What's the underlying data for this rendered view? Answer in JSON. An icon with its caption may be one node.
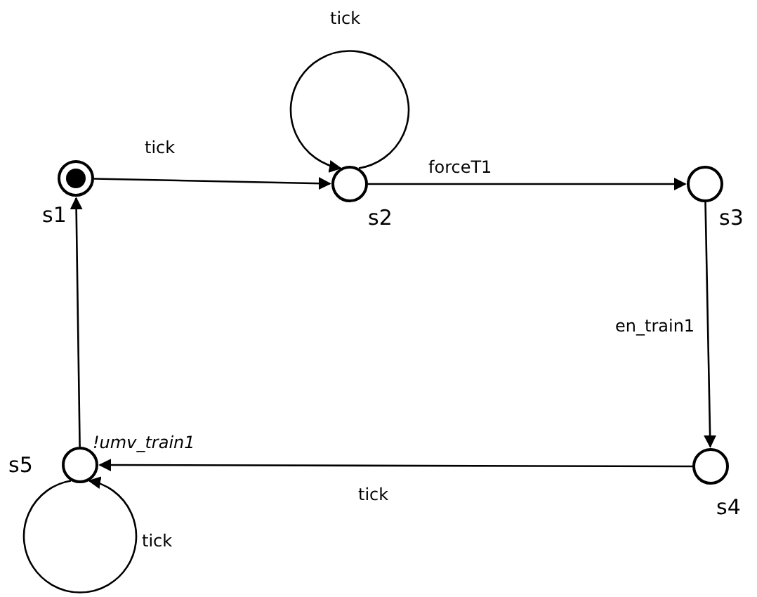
{
  "diagram": {
    "nodes": [
      {
        "text": [],
        "shape": "bullseye",
        "beside": [
          "s1"
        ]
      },
      {
        "text": [],
        "shape": "circle",
        "beside": [
          "s2"
        ]
      },
      {
        "text": [],
        "shape": "circle",
        "beside": [
          "s3"
        ]
      },
      {
        "text": [],
        "shape": "circle",
        "beside": [
          "s4"
        ]
      },
      {
        "text": [],
        "shape": "circle",
        "beside": [
          "s5"
        ]
      }
    ],
    "edges": [
      {
        "from": 0,
        "to": 1,
        "arrow": "to",
        "label": "tick"
      },
      {
        "from": 1,
        "to": 1,
        "arrow": "to",
        "label": "tick"
      },
      {
        "from": 1,
        "to": 2,
        "arrow": "to",
        "label": "forceT1"
      },
      {
        "from": 2,
        "to": 3,
        "arrow": "to",
        "label": "en_train1"
      },
      {
        "from": 3,
        "to": 4,
        "arrow": "to",
        "label": "tick"
      },
      {
        "from": 4,
        "to": 0,
        "arrow": "to",
        "label": "*!umv_train1*"
      },
      {
        "from": 4,
        "to": 4,
        "arrow": "to",
        "label": "tick"
      }
    ]
  }
}
